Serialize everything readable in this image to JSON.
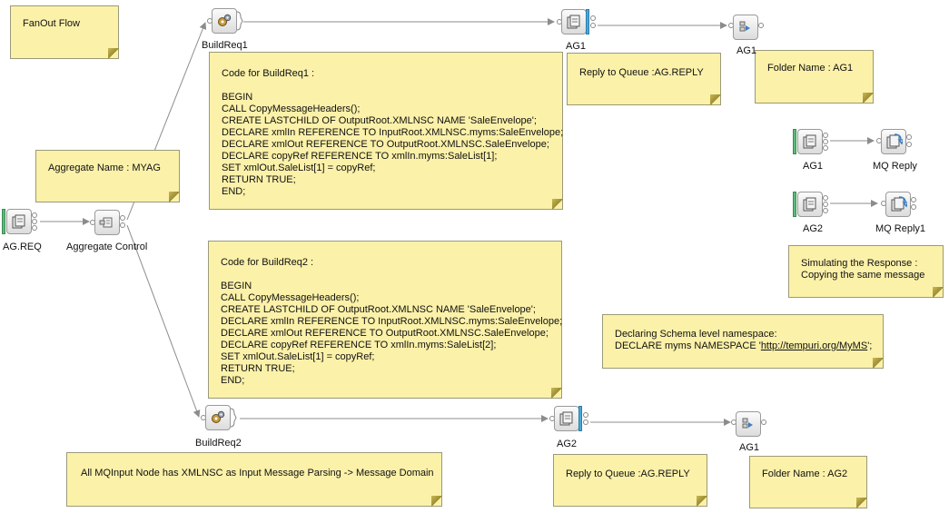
{
  "notes": {
    "flow_title": "FanOut Flow",
    "aggregate_name": "Aggregate Name : MYAG",
    "code_req1": [
      "Code for BuildReq1 :",
      "",
      "BEGIN",
      "CALL CopyMessageHeaders();",
      "CREATE LASTCHILD OF OutputRoot.XMLNSC NAME 'SaleEnvelope';",
      "DECLARE xmlIn REFERENCE TO InputRoot.XMLNSC.myms:SaleEnvelope;",
      "DECLARE xmlOut REFERENCE TO OutputRoot.XMLNSC.SaleEnvelope;",
      "DECLARE copyRef REFERENCE TO xmlIn.myms:SaleList[1];",
      "SET xmlOut.SaleList[1] = copyRef;",
      "RETURN TRUE;",
      "END;"
    ],
    "code_req2": [
      "Code for BuildReq2 :",
      "",
      "BEGIN",
      "CALL CopyMessageHeaders();",
      "CREATE LASTCHILD OF OutputRoot.XMLNSC NAME 'SaleEnvelope';",
      "DECLARE xmlIn REFERENCE TO InputRoot.XMLNSC.myms:SaleEnvelope;",
      "DECLARE xmlOut REFERENCE TO OutputRoot.XMLNSC.SaleEnvelope;",
      "DECLARE copyRef REFERENCE TO xmlIn.myms:SaleList[2];",
      "SET xmlOut.SaleList[1] = copyRef;",
      "RETURN TRUE;",
      "END;"
    ],
    "reply_queue_1": "Reply to Queue :AG.REPLY",
    "reply_queue_2": "Reply to Queue :AG.REPLY",
    "folder_1": "Folder Name : AG1",
    "folder_2": "Folder Name : AG2",
    "simulating": [
      "Simulating the Response :",
      "Copying the same message"
    ],
    "schema_line1": "Declaring Schema level namespace:",
    "schema_prefix": "DECLARE myms NAMESPACE '",
    "schema_link": "http://tempuri.org/MyMS",
    "schema_suffix": "';",
    "mqinput_note": "All MQInput Node has XMLNSC as Input Message Parsing -> Message Domain"
  },
  "nodes": {
    "ag_req": "AG.REQ",
    "aggregate_control": "Aggregate Control",
    "build_req1": "BuildReq1",
    "build_req2": "BuildReq2",
    "ag1_out": "AG1",
    "ag2_out": "AG2",
    "ag1_reply": "AG1",
    "ag2_reply": "AG1",
    "ag1_sim_in": "AG1",
    "ag2_sim_in": "AG2",
    "mq_reply": "MQ Reply",
    "mq_reply1": "MQ Reply1"
  },
  "colors": {
    "note_fill": "#fbf1a9",
    "connector": "#8c8c8c",
    "input_bar": "#5dba7a",
    "output_bar": "#4aa7d6"
  }
}
